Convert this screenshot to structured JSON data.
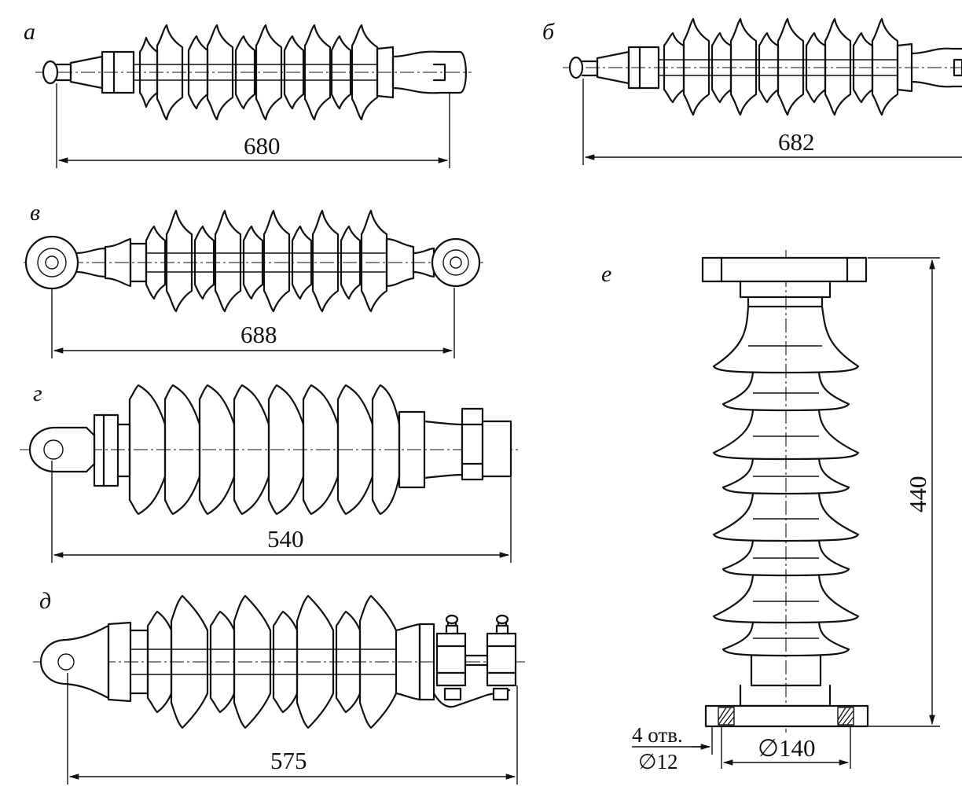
{
  "labels": {
    "a": "а",
    "b": "б",
    "v": "в",
    "g": "г",
    "d": "д",
    "e": "е"
  },
  "dimensions": {
    "a_length": "680",
    "b_length": "682",
    "v_length": "688",
    "g_length": "540",
    "d_length": "575",
    "e_height": "440",
    "e_diameter": "∅140",
    "e_holes_count": "4 отв.",
    "e_holes_diameter": "∅12"
  }
}
